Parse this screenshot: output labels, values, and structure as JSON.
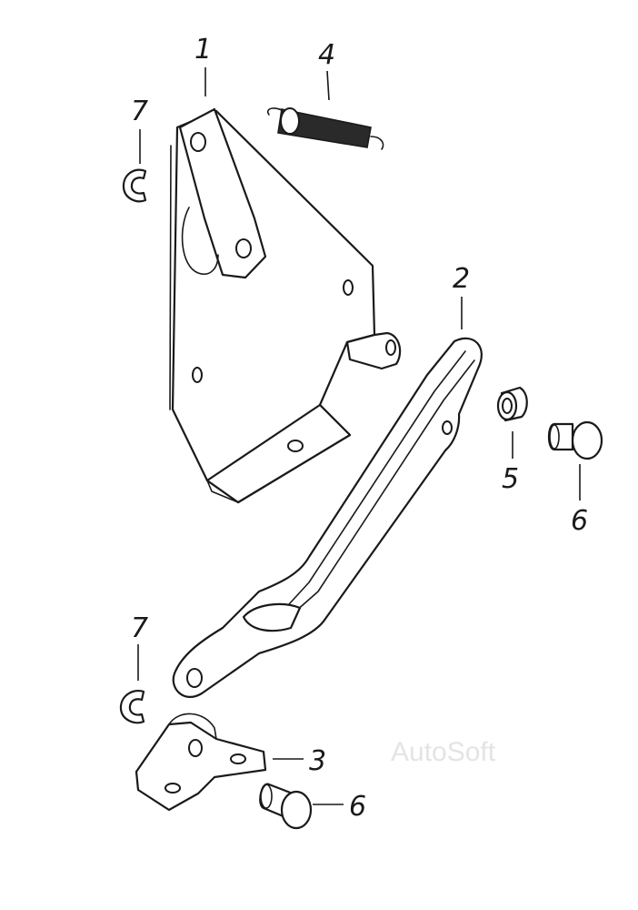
{
  "callouts": {
    "c1": "1",
    "c2": "2",
    "c3": "3",
    "c4": "4",
    "c5": "5",
    "c6a": "6",
    "c6b": "6",
    "c7a": "7",
    "c7b": "7"
  },
  "watermark": "AutoSoft",
  "colors": {
    "line": "#1a1a1a",
    "background": "#ffffff",
    "watermark": "#e4e4e4"
  }
}
